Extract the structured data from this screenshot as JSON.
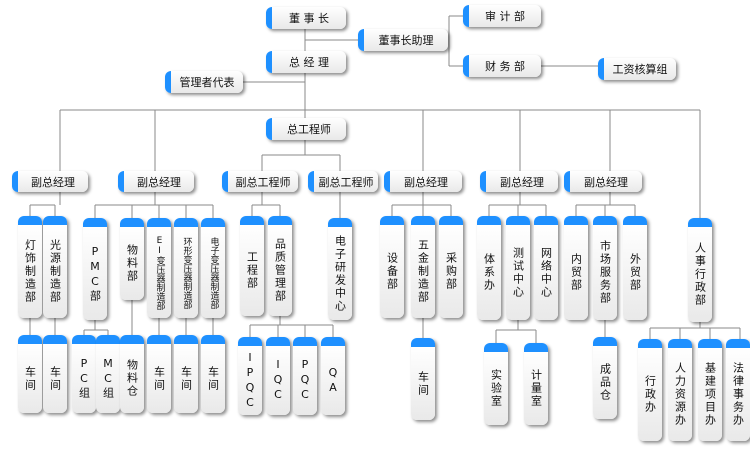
{
  "nodes": {
    "chairman": "董 事 长",
    "chairman_assistant": "董事长助理",
    "audit": "审 计 部",
    "finance": "财 务 部",
    "payroll": "工资核算组",
    "general_manager": "总 经 理",
    "management_rep": "管理者代表",
    "chief_engineer": "总工程师",
    "vp1": "副总经理",
    "vp2": "副总经理",
    "vce1": "副总工程师",
    "vce2": "副总工程师",
    "vp3": "副总经理",
    "vp4": "副总经理",
    "vp5": "副总经理",
    "lamp_mfg": "灯饰制造部",
    "light_source_mfg": "光源制造部",
    "pmc": "PMC部",
    "materials": "物料部",
    "ei_transformer": "EI变压器制造部",
    "toroid_transformer": "环形变压器制造部",
    "electronic_transformer": "电子变压器制造部",
    "engineering": "工程部",
    "quality": "品质管理部",
    "electronic_rd": "电子研发中心",
    "equipment": "设备部",
    "hardware_mfg": "五金制造部",
    "purchasing": "采购部",
    "system_office": "体系办",
    "test_center": "测试中心",
    "network_center": "网络中心",
    "domestic_trade": "内贸部",
    "marketing": "市场服务部",
    "foreign_trade": "外贸部",
    "hr_admin": "人事行政部",
    "workshop1": "车间",
    "workshop2": "车间",
    "pc_group": "PC组",
    "mc_group": "MC组",
    "warehouse": "物料仓",
    "workshop3": "车间",
    "workshop4": "车间",
    "workshop5": "车间",
    "ipqc": "IPQC",
    "iqc": "IQC",
    "pqc": "PQC",
    "qa": "QA",
    "workshop6": "车间",
    "lab": "实验室",
    "metrology": "计量室",
    "finished_goods": "成品仓",
    "admin_office": "行政办",
    "hr_office": "人力资源办",
    "construction": "基建项目办",
    "legal": "法律事务办"
  }
}
